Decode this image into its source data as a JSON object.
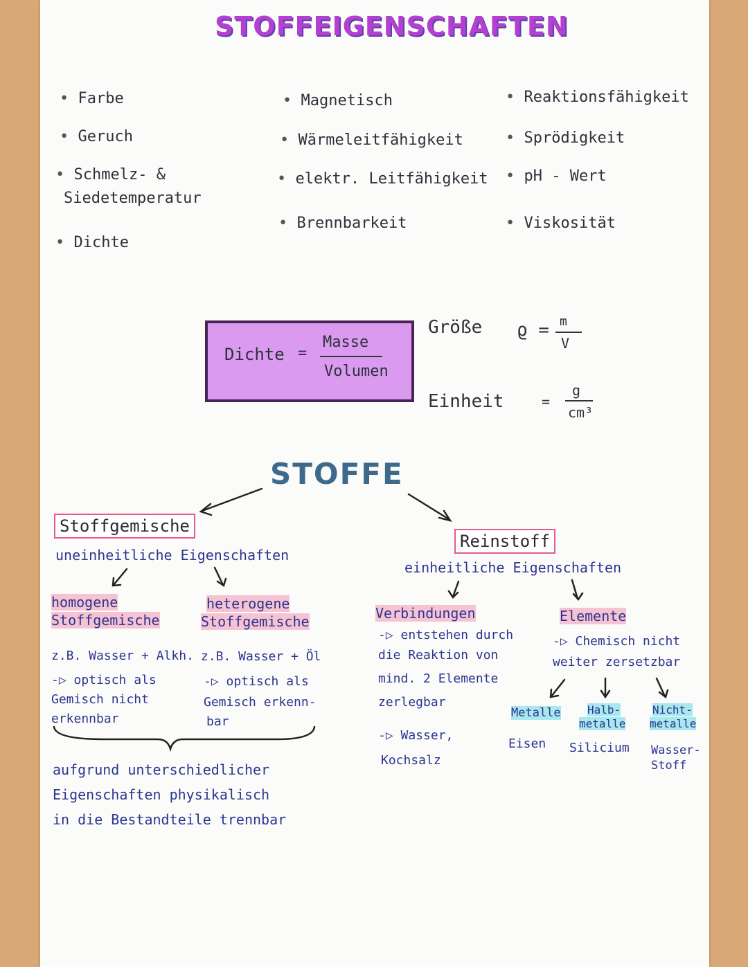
{
  "title": "STOFFEIGENSCHAFTEN",
  "properties_col1": [
    "Farbe",
    "Geruch",
    "Schmelz- &",
    "Siedetemperatur",
    "Dichte"
  ],
  "properties_col2": [
    "Magnetisch",
    "Wärmeleitfähigkeit",
    "elektr. Leitfähigkeit",
    "Brennbarkeit"
  ],
  "properties_col3": [
    "Reaktionsfähigkeit",
    "Sprödigkeit",
    "pH - Wert",
    "Viskosität"
  ],
  "density_box": {
    "label": "Dichte",
    "equals": "=",
    "numerator": "Masse",
    "denominator": "Volumen"
  },
  "quantity": {
    "groesse_label": "Größe",
    "symbol": "ϱ =",
    "num": "m",
    "den": "V",
    "einheit_label": "Einheit",
    "unit_eq": "=",
    "unit_num": "g",
    "unit_den": "cm³"
  },
  "stoffe": "STOFFE",
  "left_branch": {
    "label": "Stoffgemische",
    "subtitle": "uneinheitliche Eigenschaften",
    "homogen_1": "homogene",
    "homogen_2": "Stoffgemische",
    "homogen_ex": "z.B. Wasser + Alkh.",
    "homogen_d1": "-▷ optisch als",
    "homogen_d2": "Gemisch nicht",
    "homogen_d3": "erkennbar",
    "heterogen_1": "heterogene",
    "heterogen_2": "Stoffgemische",
    "heterogen_ex": "z.B. Wasser + Öl",
    "heterogen_d1": "-▷ optisch als",
    "heterogen_d2": "Gemisch erkenn-",
    "heterogen_d3": "bar",
    "summary_1": "aufgrund unterschiedlicher",
    "summary_2": "Eigenschaften physikalisch",
    "summary_3": "in die Bestandteile trennbar"
  },
  "right_branch": {
    "label": "Reinstoff",
    "subtitle": "einheitliche Eigenschaften",
    "verbindungen": "Verbindungen",
    "v1": "-▷ entstehen durch",
    "v2": "die Reaktion von",
    "v3": "mind. 2 Elemente",
    "v4": "zerlegbar",
    "v5": "-▷ Wasser,",
    "v6": "Kochsalz",
    "elemente": "Elemente",
    "e1": "-▷ Chemisch nicht",
    "e2": "weiter zersetzbar",
    "metalle": "Metalle",
    "halb1": "Halb-",
    "halb2": "metalle",
    "nicht1": "Nicht-",
    "nicht2": "metalle",
    "ex_metalle": "Eisen",
    "ex_halb": "Silicium",
    "ex_nicht1": "Wasser-",
    "ex_nicht2": "Stoff"
  }
}
